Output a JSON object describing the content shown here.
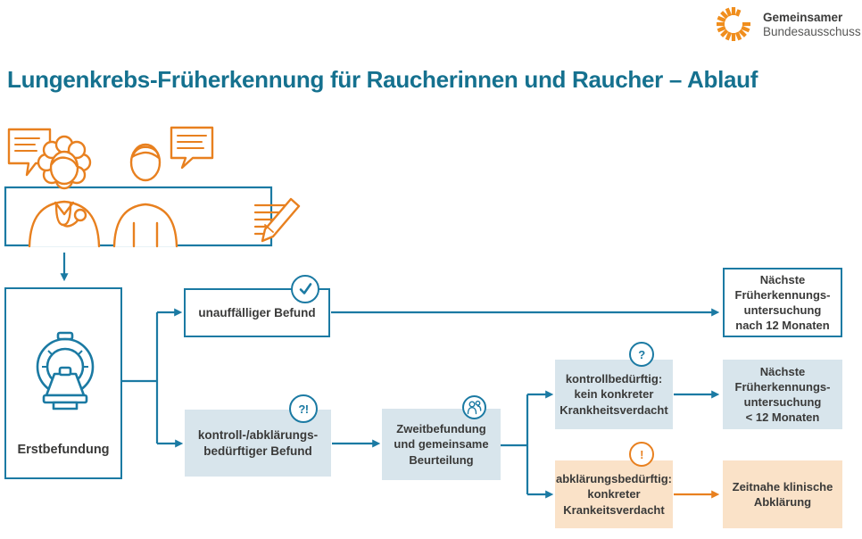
{
  "logo": {
    "line1": "Gemeinsamer",
    "line2": "Bundesausschuss"
  },
  "title": "Lungenkrebs-Früherkennung für Raucherinnen und Raucher – Ablauf",
  "colors": {
    "teal_stroke": "#1b7aa3",
    "title_teal": "#15718f",
    "orange": "#e8801f",
    "logo_orange": "#f08e1d",
    "light_blue_fill": "#d8e5ec",
    "light_orange_fill": "#fae2c8",
    "text_dark": "#3a3a39",
    "logo_gray": "#575756"
  },
  "nodes": {
    "erstbefundung": {
      "label": "Erstbefundung",
      "icon": "ct-scanner-icon"
    },
    "unauffaelliger_befund": {
      "label": "unauffälliger Befund",
      "icon": "check-icon"
    },
    "naechste_nach_12": {
      "text": "Nächste\nFrüherkennungs-\nuntersuchung\nnach 12 Monaten"
    },
    "kontroll_abklaerungs_befund": {
      "text": "kontroll-/abklärungs-\nbedürftiger Befund",
      "icon": "question-exclamation-icon",
      "glyph": "?!"
    },
    "zweitbefundung": {
      "text": "Zweitbefundung\nund gemeinsame\nBeurteilung",
      "icon": "group-icon"
    },
    "kontrollbeduerftig": {
      "text": "kontrollbedürftig:\nkein konkreter\nKrankheitsverdacht",
      "icon": "question-icon",
      "glyph": "?"
    },
    "naechste_unter_12": {
      "text": "Nächste\nFrüherkennungs-\nuntersuchung\n< 12 Monaten"
    },
    "abklaerungsbeduerftig": {
      "text": "abklärungsbedürftig:\nkonkreter\nKrankeitsverdacht",
      "icon": "exclamation-icon",
      "glyph": "!"
    },
    "zeitnahe_abklaerung": {
      "text": "Zeitnahe klinische\nAbklärung"
    }
  }
}
